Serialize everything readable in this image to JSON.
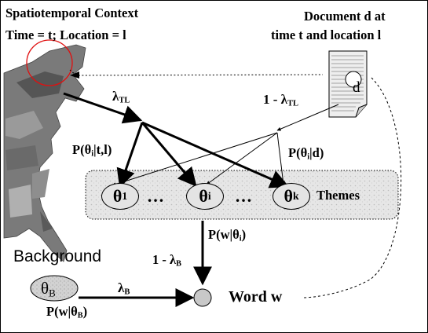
{
  "context": {
    "title": "Spatiotemporal Context",
    "time_location": "Time = t; Location = l"
  },
  "document": {
    "line1": "Document d at",
    "line2": "time t and location l",
    "symbol": "d"
  },
  "weights": {
    "lambda_tl": "λ",
    "lambda_tl_sub": "TL",
    "one_minus_prefix": "1 - λ",
    "one_minus_sub": "TL",
    "background_prefix": "1 - λ",
    "background_sub": "B",
    "lambda_b": "λ",
    "lambda_b_sub": "B"
  },
  "probabilities": {
    "p_theta_tl_a": "P(θ",
    "p_theta_tl_sub": "i",
    "p_theta_tl_b": "|t,l)",
    "p_theta_d_a": "P(θ",
    "p_theta_d_sub": "i",
    "p_theta_d_b": "|d)",
    "p_w_theta_a": "P(w|θ",
    "p_w_theta_sub": "i",
    "p_w_theta_b": ")",
    "p_w_thetab_a": "P(w|θ",
    "p_w_thetab_sub": "B",
    "p_w_thetab_b": ")"
  },
  "themes": {
    "label": "Themes",
    "theta": "θ",
    "subs": [
      "1",
      "i",
      "k"
    ],
    "ellipsis": "…"
  },
  "background": {
    "label": "Background",
    "theta": "θ",
    "sub": "B"
  },
  "word": {
    "label": "Word w"
  },
  "colors": {
    "theme_fill": "#e4e4e4",
    "word_fill": "#c8c8c8",
    "map_dark": "#555555"
  }
}
